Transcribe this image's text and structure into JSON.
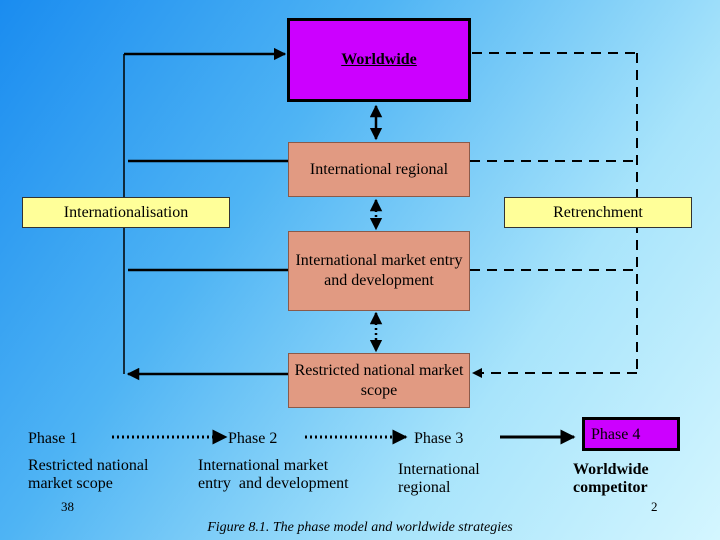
{
  "boxes": {
    "worldwide": "Worldwide",
    "international_regional": "International regional",
    "international_market_entry": "International market entry and development",
    "restricted_national": "Restricted national market scope",
    "internationalisation": "Internationalisation",
    "retrenchment": "Retrenchment"
  },
  "phases": {
    "phase1": {
      "label": "Phase 1",
      "desc": "Restricted national market scope"
    },
    "phase2": {
      "label": "Phase 2",
      "desc": "International market entry  and development"
    },
    "phase3": {
      "label": "Phase 3",
      "desc": "International regional"
    },
    "phase4": {
      "label": "Phase 4",
      "desc": "Worldwide competitor"
    }
  },
  "footer": {
    "page_left": "38",
    "page_right": "2",
    "caption": "Figure 8.1. The phase model and worldwide strategies"
  },
  "colors": {
    "worldwide": "#cc00ff",
    "salmon": "#e19a82",
    "yellow": "#ffff99",
    "line": "#000000"
  }
}
